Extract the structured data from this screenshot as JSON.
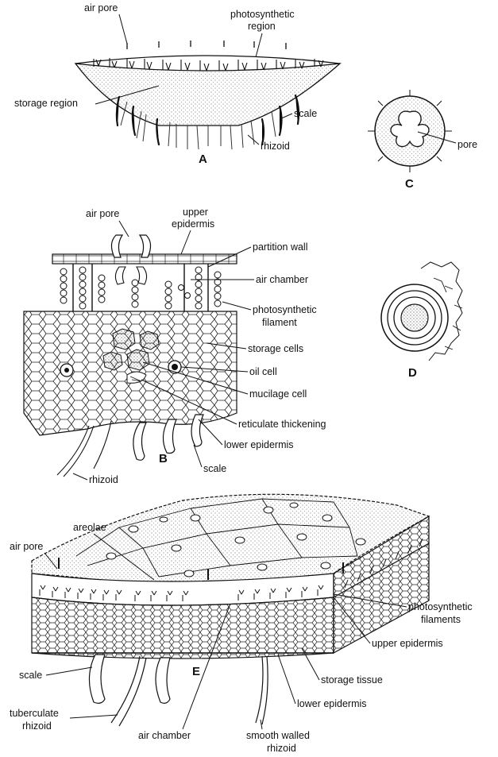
{
  "figures": {
    "A": {
      "caption": "A",
      "labels": {
        "air_pore": "air pore",
        "photosynthetic_region": [
          "photosynthetic",
          "region"
        ],
        "storage_region": "storage region",
        "scale": "scale",
        "rhizoid": "rhizoid"
      }
    },
    "C": {
      "caption": "C",
      "labels": {
        "pore": "pore"
      }
    },
    "B": {
      "caption": "B",
      "labels": {
        "air_pore": "air pore",
        "upper_epidermis": [
          "upper",
          "epidermis"
        ],
        "partition_wall": "partition wall",
        "air_chamber": "air chamber",
        "photosynthetic_filament": [
          "photosynthetic",
          "filament"
        ],
        "storage_cells": "storage cells",
        "oil_cell": "oil cell",
        "mucilage_cell": "mucilage cell",
        "reticulate_thickening": "reticulate thickening",
        "lower_epidermis": "lower epidermis",
        "scale": "scale",
        "rhizoid": "rhizoid"
      }
    },
    "D": {
      "caption": "D"
    },
    "E": {
      "caption": "E",
      "labels": {
        "areolae": "areolae",
        "air_pore": "air pore",
        "photosynthetic_filaments": [
          "photosynthetic",
          "filaments"
        ],
        "upper_epidermis": "upper epidermis",
        "scale": "scale",
        "storage_tissue": "storage tissue",
        "lower_epidermis": "lower epidermis",
        "tuberculate_rhizoid": [
          "tuberculate",
          "rhizoid"
        ],
        "air_chamber": "air chamber",
        "smooth_walled_rhizoid": [
          "smooth walled",
          "rhizoid"
        ]
      }
    }
  },
  "colors": {
    "ink": "#111111",
    "paper": "#ffffff",
    "stipple": "#666666"
  }
}
